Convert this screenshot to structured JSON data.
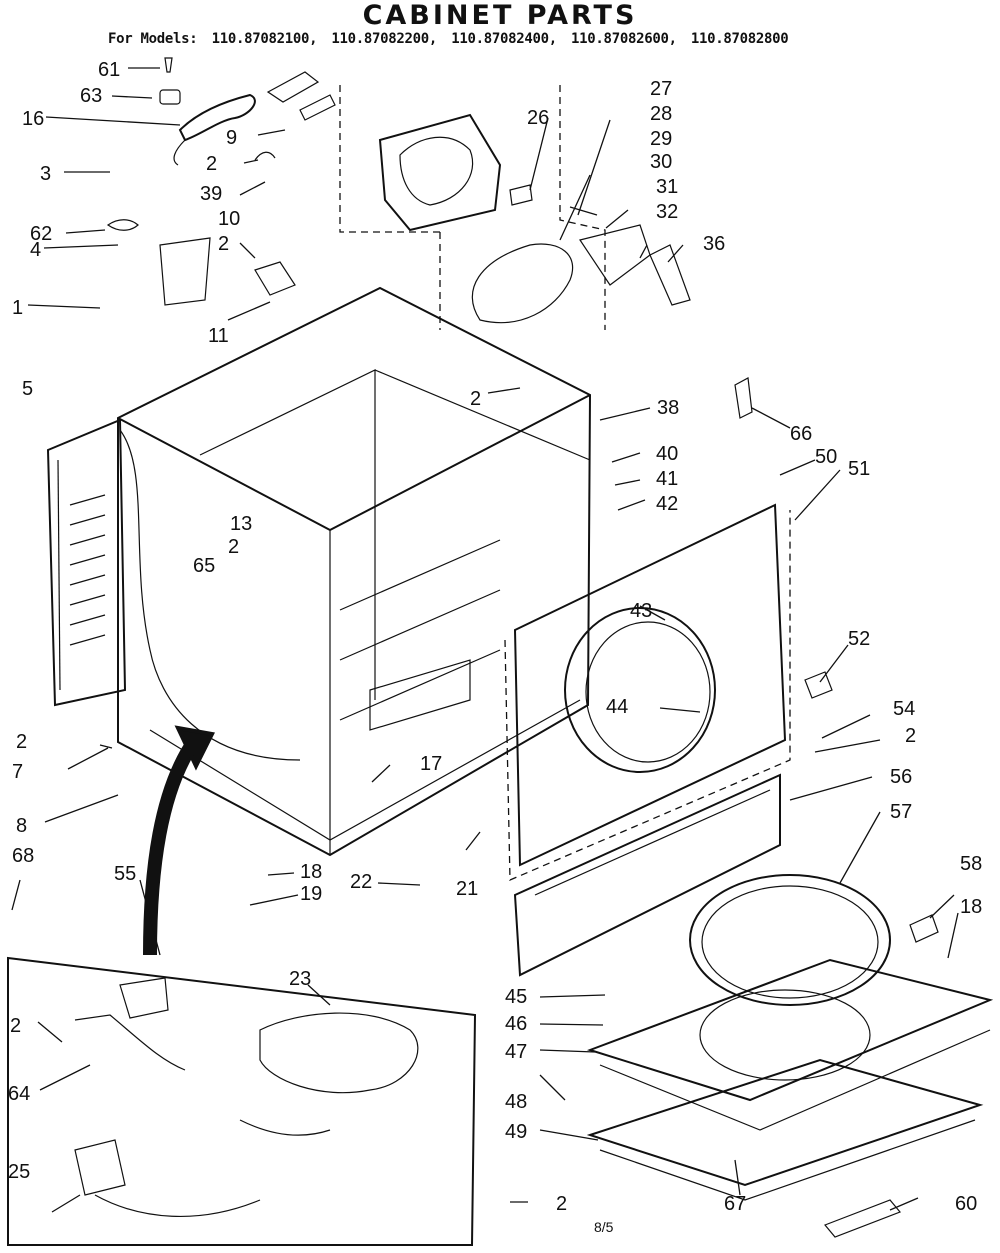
{
  "title": "CABINET PARTS",
  "models_label": "For Models:",
  "models": [
    "110.87082100,",
    "110.87082200,",
    "110.87082400,",
    "110.87082600,",
    "110.87082800"
  ],
  "callouts": [
    {
      "id": "61",
      "text": "61"
    },
    {
      "id": "63",
      "text": "63"
    },
    {
      "id": "16",
      "text": "16"
    },
    {
      "id": "9",
      "text": "9"
    },
    {
      "id": "2a",
      "text": "2"
    },
    {
      "id": "3",
      "text": "3"
    },
    {
      "id": "39",
      "text": "39"
    },
    {
      "id": "62",
      "text": "62"
    },
    {
      "id": "10",
      "text": "10"
    },
    {
      "id": "2b",
      "text": "2"
    },
    {
      "id": "4",
      "text": "4"
    },
    {
      "id": "1",
      "text": "1"
    },
    {
      "id": "11",
      "text": "11"
    },
    {
      "id": "27",
      "text": "27"
    },
    {
      "id": "28",
      "text": "28"
    },
    {
      "id": "26",
      "text": "26"
    },
    {
      "id": "29",
      "text": "29"
    },
    {
      "id": "30",
      "text": "30"
    },
    {
      "id": "31",
      "text": "31"
    },
    {
      "id": "32",
      "text": "32"
    },
    {
      "id": "36",
      "text": "36"
    },
    {
      "id": "5",
      "text": "5"
    },
    {
      "id": "2c",
      "text": "2"
    },
    {
      "id": "38",
      "text": "38"
    },
    {
      "id": "66",
      "text": "66"
    },
    {
      "id": "40",
      "text": "40"
    },
    {
      "id": "50",
      "text": "50"
    },
    {
      "id": "51",
      "text": "51"
    },
    {
      "id": "41",
      "text": "41"
    },
    {
      "id": "42",
      "text": "42"
    },
    {
      "id": "13",
      "text": "13"
    },
    {
      "id": "2d",
      "text": "2"
    },
    {
      "id": "65",
      "text": "65"
    },
    {
      "id": "43",
      "text": "43"
    },
    {
      "id": "52",
      "text": "52"
    },
    {
      "id": "44",
      "text": "44"
    },
    {
      "id": "54",
      "text": "54"
    },
    {
      "id": "2e",
      "text": "2"
    },
    {
      "id": "2f",
      "text": "2"
    },
    {
      "id": "7",
      "text": "7"
    },
    {
      "id": "17",
      "text": "17"
    },
    {
      "id": "56",
      "text": "56"
    },
    {
      "id": "57",
      "text": "57"
    },
    {
      "id": "8",
      "text": "8"
    },
    {
      "id": "68",
      "text": "68"
    },
    {
      "id": "55",
      "text": "55"
    },
    {
      "id": "18a",
      "text": "18"
    },
    {
      "id": "19",
      "text": "19"
    },
    {
      "id": "22",
      "text": "22"
    },
    {
      "id": "21",
      "text": "21"
    },
    {
      "id": "58",
      "text": "58"
    },
    {
      "id": "18b",
      "text": "18"
    },
    {
      "id": "23",
      "text": "23"
    },
    {
      "id": "2g",
      "text": "2"
    },
    {
      "id": "64",
      "text": "64"
    },
    {
      "id": "45",
      "text": "45"
    },
    {
      "id": "46",
      "text": "46"
    },
    {
      "id": "47",
      "text": "47"
    },
    {
      "id": "48",
      "text": "48"
    },
    {
      "id": "49",
      "text": "49"
    },
    {
      "id": "25",
      "text": "25"
    },
    {
      "id": "2h",
      "text": "2"
    },
    {
      "id": "67",
      "text": "67"
    },
    {
      "id": "60",
      "text": "60"
    }
  ],
  "page_mark": "8/5"
}
